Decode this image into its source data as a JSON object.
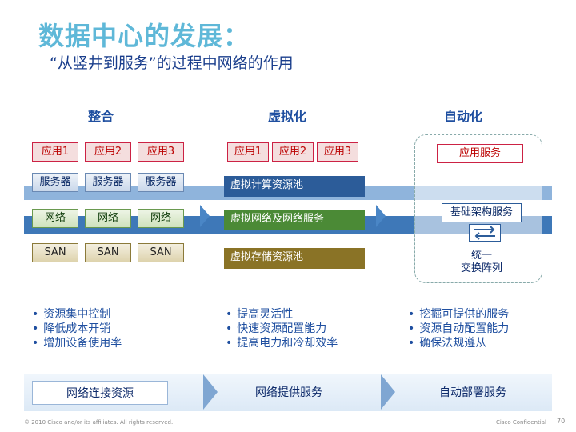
{
  "header": {
    "title": "数据中心的发展：",
    "subtitle": "“从竖井到服务”的过程中网络的作用"
  },
  "columns": {
    "integrate": {
      "heading": "整合",
      "apps": [
        "应用1",
        "应用2",
        "应用3"
      ],
      "servers": [
        "服务器",
        "服务器",
        "服务器"
      ],
      "networks": [
        "网络",
        "网络",
        "网络"
      ],
      "sans": [
        "SAN",
        "SAN",
        "SAN"
      ],
      "bullets": [
        "资源集中控制",
        "降低成本开销",
        "增加设备使用率"
      ],
      "footer": "网络连接资源"
    },
    "virtualize": {
      "heading": "虚拟化",
      "apps": [
        "应用1",
        "应用2",
        "应用3"
      ],
      "compute_pool": "虚拟计算资源池",
      "network_pool": "虚拟网络及网络服务",
      "storage_pool": "虚拟存储资源池",
      "bullets": [
        "提高灵活性",
        "快速资源配置能力",
        "提高电力和冷却效率"
      ],
      "footer": "网络提供服务"
    },
    "automate": {
      "heading": "自动化",
      "app_service": "应用服务",
      "infra_service": "基础架构服务",
      "unified_fabric": [
        "统一",
        "交换阵列"
      ],
      "bullets": [
        "挖掘可提供的服务",
        "资源自动配置能力",
        "确保法规遵从"
      ],
      "footer": "自动部署服务"
    }
  },
  "footer": {
    "copyright": "© 2010 Cisco and/or its affiliates. All rights reserved.",
    "confidential": "Cisco Confidential",
    "page": "70"
  },
  "colors": {
    "title": "#5fb8d8",
    "subtitle": "#1a3e8c",
    "band": "#3e78b8",
    "compute_pool": "#2c5c99",
    "network_pool": "#4b8a36",
    "storage_pool": "#8a7326"
  }
}
